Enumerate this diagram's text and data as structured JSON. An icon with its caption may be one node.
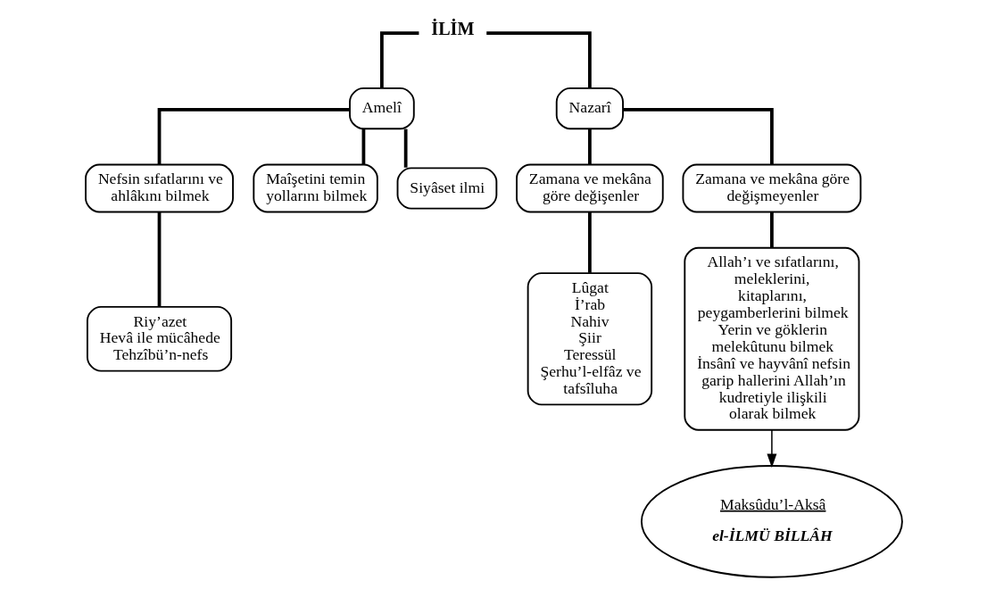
{
  "diagram": {
    "nodes": [
      {
        "text": [
          "İLİM"
        ]
      },
      {
        "text": [
          "Amelî"
        ]
      },
      {
        "text": [
          "Nazarî"
        ]
      },
      {
        "text": [
          "Nefsin sıfatlarını ve ahlâkını bilmek"
        ]
      },
      {
        "text": [
          "Maîşetini temin yollarını bilmek"
        ]
      },
      {
        "text": [
          "Siyâset ilmi"
        ]
      },
      {
        "text": [
          "Zamana ve mekâna göre değişenler"
        ]
      },
      {
        "text": [
          "Zamana ve mekâna göre değişmeyenler"
        ]
      },
      {
        "text": [
          "Riy’azet",
          "Hevâ ile mücâhede",
          "Tehzîbü’n-nefs"
        ]
      },
      {
        "text": [
          "Lûgat",
          "İ’rab",
          "Nahiv",
          "Şiir",
          "Teressül",
          "Şerhu’l-elfâz ve tafsîluha"
        ]
      },
      {
        "text": [
          "Allah’ı ve sıfatlarını, meleklerini, kitaplarını, peygamberlerini bilmek",
          "Yerin ve göklerin melekûtunu bilmek",
          "İnsânî ve hayvânî nefsin garip hallerini Allah’ın kudretiyle ilişkili olarak bilmek"
        ]
      },
      {
        "text": [
          "Maksûdu’l-Aksâ",
          "el-İLMÜ BİLLÂH"
        ]
      }
    ],
    "edges": [
      {
        "from": 0,
        "to": 1,
        "arrow": "none"
      },
      {
        "from": 0,
        "to": 2,
        "arrow": "none"
      },
      {
        "from": 1,
        "to": 3,
        "arrow": "none"
      },
      {
        "from": 1,
        "to": 4,
        "arrow": "none"
      },
      {
        "from": 1,
        "to": 5,
        "arrow": "none"
      },
      {
        "from": 2,
        "to": 6,
        "arrow": "none"
      },
      {
        "from": 2,
        "to": 7,
        "arrow": "none"
      },
      {
        "from": 3,
        "to": 8,
        "arrow": "none"
      },
      {
        "from": 6,
        "to": 9,
        "arrow": "none"
      },
      {
        "from": 7,
        "to": 10,
        "arrow": "none"
      },
      {
        "from": 10,
        "to": 11,
        "arrow": "to"
      }
    ]
  }
}
